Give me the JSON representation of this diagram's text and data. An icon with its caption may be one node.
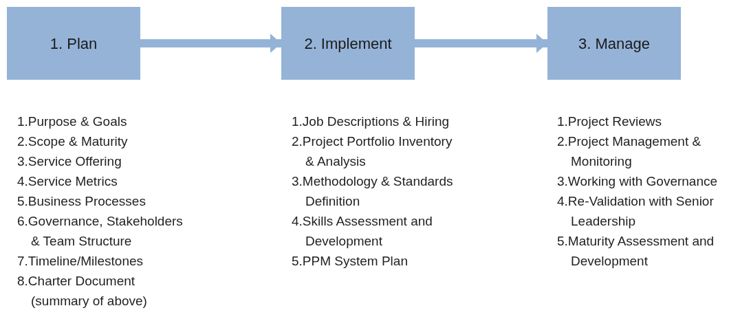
{
  "diagram": {
    "nodes": [
      {
        "text": [
          "1. Plan"
        ],
        "beside": [
          "1.Purpose & Goals",
          "2.Scope & Maturity",
          "3.Service Offering",
          "4.Service Metrics",
          "5.Business Processes",
          "6.Governance, Stakeholders & Team Structure",
          "7.Timeline/Milestones",
          "8.Charter Document (summary of above)"
        ]
      },
      {
        "text": [
          "2. Implement"
        ],
        "beside": [
          "1.Job Descriptions & Hiring",
          "2.Project Portfolio Inventory & Analysis",
          "3.Methodology & Standards Definition",
          "4.Skills Assessment and Development",
          "5.PPM System Plan"
        ]
      },
      {
        "text": [
          "3. Manage"
        ],
        "beside": [
          "1.Project Reviews",
          "2.Project Management & Monitoring",
          "3.Working with Governance",
          "4.Re-Validation with Senior Leadership",
          "5.Maturity Assessment and Development"
        ]
      }
    ],
    "edges": [
      {
        "from": 0,
        "to": 1,
        "arrow": "to"
      },
      {
        "from": 1,
        "to": 2,
        "arrow": "to"
      }
    ]
  }
}
